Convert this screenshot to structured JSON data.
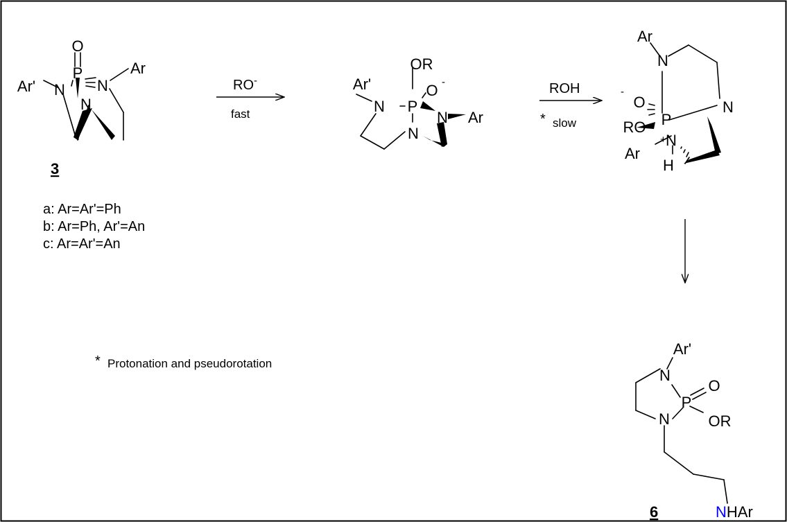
{
  "colors": {
    "nitrogen_basic": "#0000ff",
    "nitrogen_bridge": "#ff0000",
    "ink": "#000000",
    "frame": "#000000"
  },
  "labels": {
    "O": "O",
    "P": "P",
    "N": "N",
    "Ar": "Ar",
    "ArPrime": "Ar'",
    "OR": "OR",
    "RO": "RO",
    "minus": "-",
    "plus": "+",
    "H": "H",
    "NHAr_N": "N",
    "NHAr_rest": "HAr"
  },
  "compounds": {
    "start_label": "3",
    "product_label": "6"
  },
  "variants": [
    "a: Ar=Ar'=Ph",
    "b: Ar=Ph, Ar'=An",
    "c: Ar=Ar'=An"
  ],
  "arrows": {
    "step1_top": "RO",
    "step1_top_sup": "-",
    "step1_bottom": "fast",
    "step2_top": "ROH",
    "step2_star": "*",
    "step2_bottom": "slow"
  },
  "footnote": {
    "star": "*",
    "text": "Protonation and pseudorotation"
  }
}
